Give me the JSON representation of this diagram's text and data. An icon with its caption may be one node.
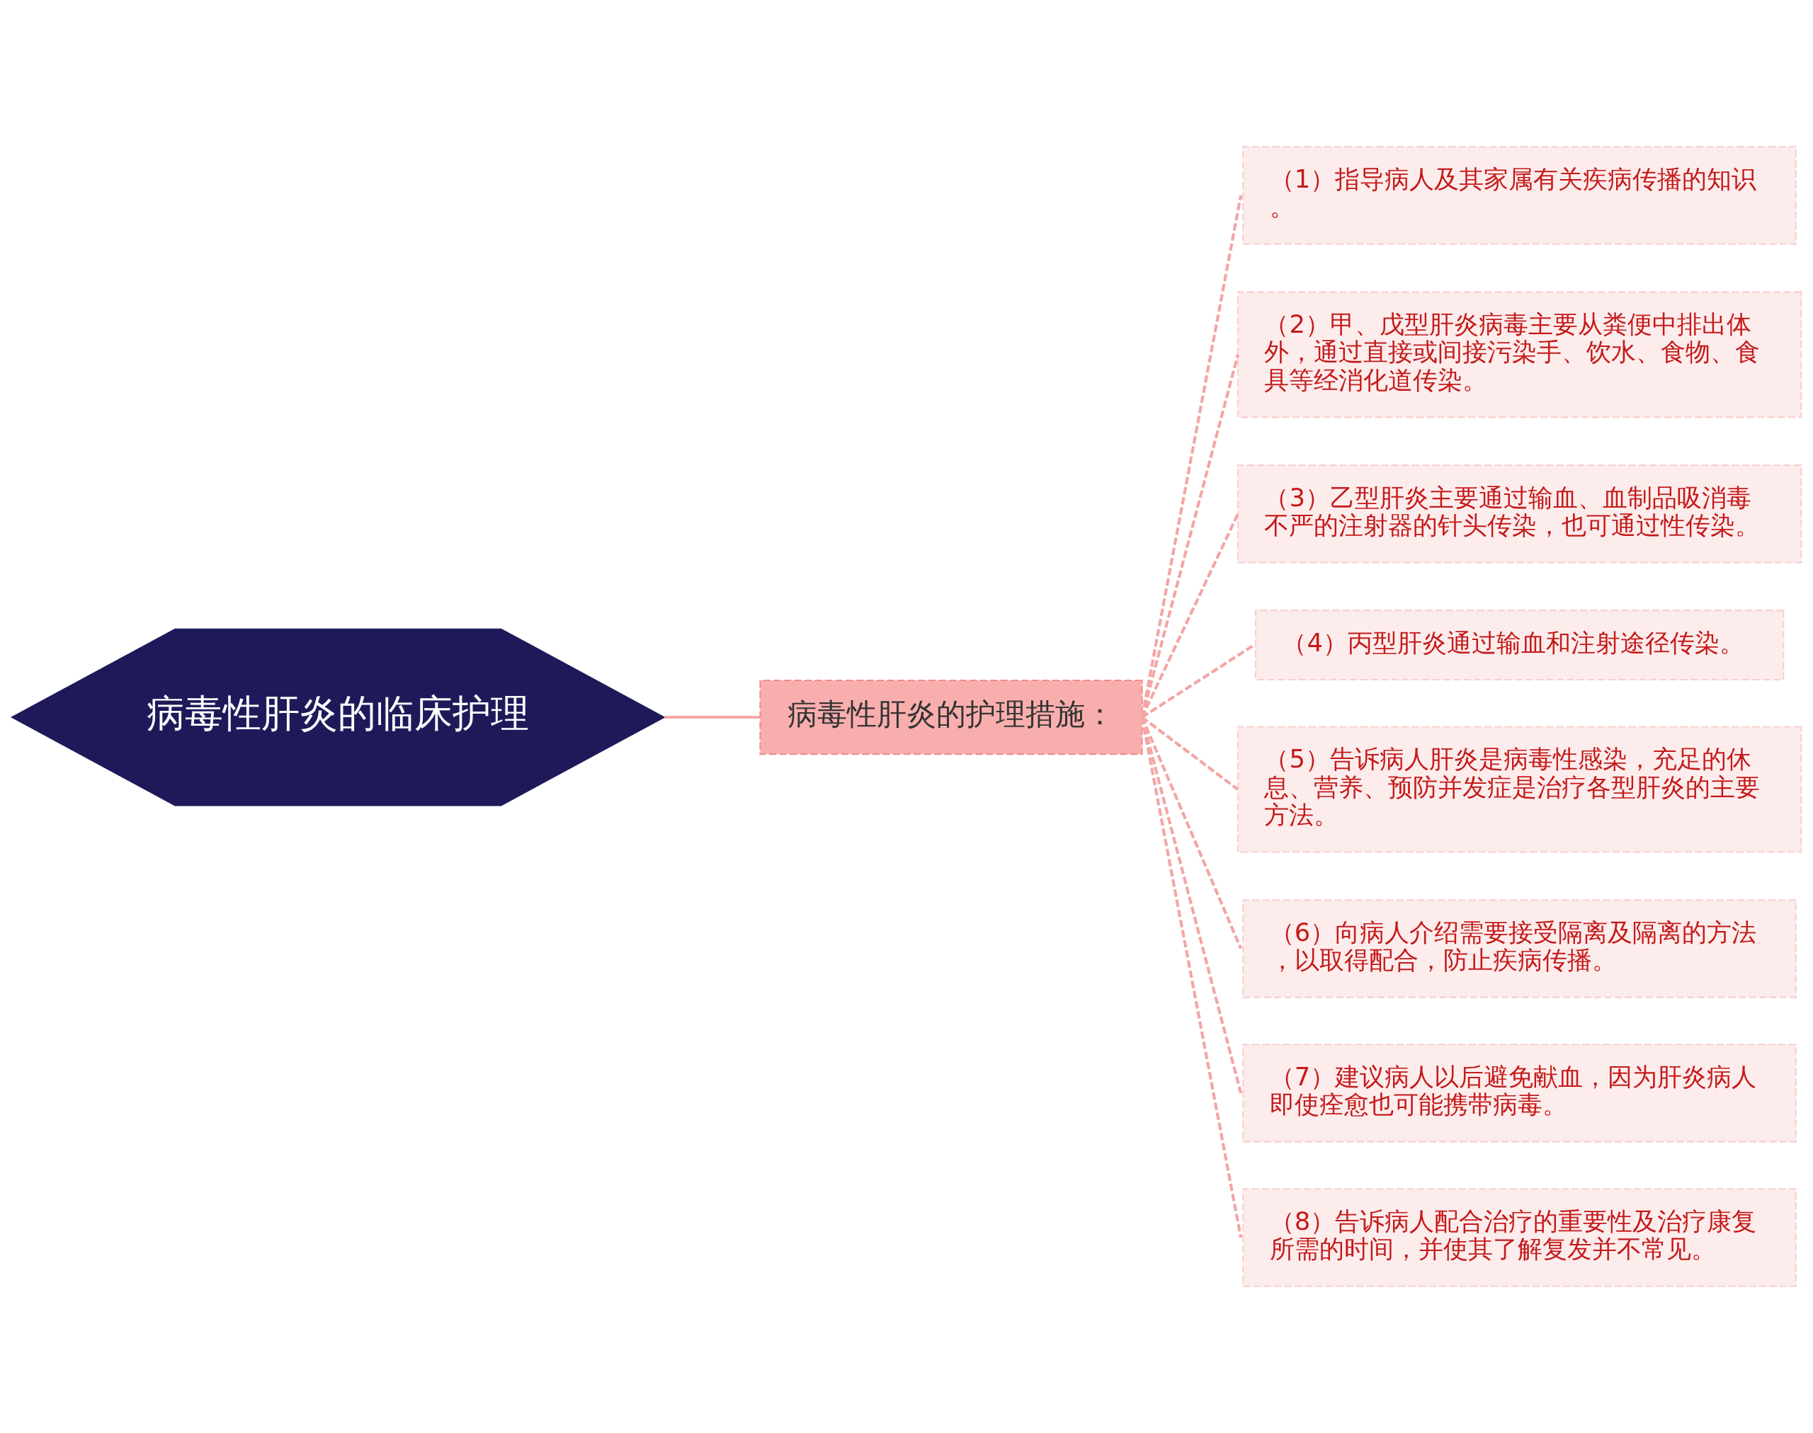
{
  "diagram": {
    "nodes": [
      {
        "text": [
          "病毒性肝炎的临床护理"
        ]
      },
      {
        "text": [
          "病毒性肝炎的护理措施："
        ]
      },
      {
        "text": [
          "（1）指导病人及其家属有关疾病传播的知识。"
        ]
      },
      {
        "text": [
          "（2）甲、戊型肝炎病毒主要从粪便中排出体外，通过直接或间接污染手、饮水、食物、食具等经消化道传染。"
        ]
      },
      {
        "text": [
          "（3）乙型肝炎主要通过输血、血制品吸消毒不严的注射器的针头传染，也可通过性传染。"
        ]
      },
      {
        "text": [
          "（4）丙型肝炎通过输血和注射途径传染。"
        ]
      },
      {
        "text": [
          "（5）告诉病人肝炎是病毒性感染，充足的休息、营养、预防并发症是治疗各型肝炎的主要方法。"
        ]
      },
      {
        "text": [
          "（6）向病人介绍需要接受隔离及隔离的方法，以取得配合，防止疾病传播。"
        ]
      },
      {
        "text": [
          "（7）建议病人以后避免献血，因为肝炎病人即使痊愈也可能携带病毒。"
        ]
      },
      {
        "text": [
          "（8）告诉病人配合治疗的重要性及治疗康复所需的时间，并使其了解复发并不常见。"
        ]
      }
    ],
    "edges": [
      {
        "from": 0,
        "to": 1,
        "arrow": "none"
      },
      {
        "from": 1,
        "to": 2,
        "arrow": "none",
        "style": "dashed"
      },
      {
        "from": 1,
        "to": 3,
        "arrow": "none",
        "style": "dashed"
      },
      {
        "from": 1,
        "to": 4,
        "arrow": "none",
        "style": "dashed"
      },
      {
        "from": 1,
        "to": 5,
        "arrow": "none",
        "style": "dashed"
      },
      {
        "from": 1,
        "to": 6,
        "arrow": "none",
        "style": "dashed"
      },
      {
        "from": 1,
        "to": 7,
        "arrow": "none",
        "style": "dashed"
      },
      {
        "from": 1,
        "to": 8,
        "arrow": "none",
        "style": "dashed"
      },
      {
        "from": 1,
        "to": 9,
        "arrow": "none",
        "style": "dashed"
      }
    ]
  }
}
